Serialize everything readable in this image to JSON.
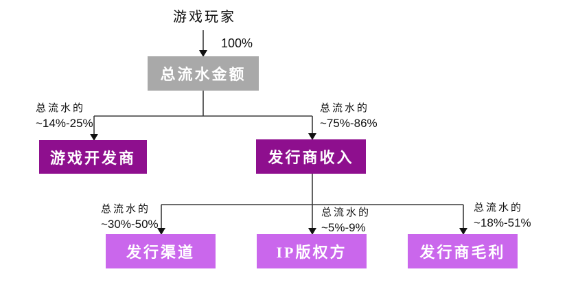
{
  "diagram": {
    "source_node": "游戏玩家",
    "root_flow_label": "100%",
    "root_box": "总流水金额",
    "colors": {
      "root_box_fill": "#A9A9A9",
      "tier2_box_fill": "#8E0F8E",
      "tier3_box_fill": "#CA67EC",
      "box_text": "#FFFFFF",
      "line": "#3A3A3A"
    },
    "tier2_branches": [
      {
        "label_line1": "总流水的",
        "label_line2": "~14%-25%",
        "box": "游戏开发商"
      },
      {
        "label_line1": "总流水的",
        "label_line2": "~75%-86%",
        "box": "发行商收入"
      }
    ],
    "tier3_branches": [
      {
        "label_line1": "总流水的",
        "label_line2": "~30%-50%",
        "box": "发行渠道"
      },
      {
        "label_line1": "总流水的",
        "label_line2": "~5%-9%",
        "box": "IP版权方"
      },
      {
        "label_line1": "总流水的",
        "label_line2": "~18%-51%",
        "box": "发行商毛利"
      }
    ]
  }
}
